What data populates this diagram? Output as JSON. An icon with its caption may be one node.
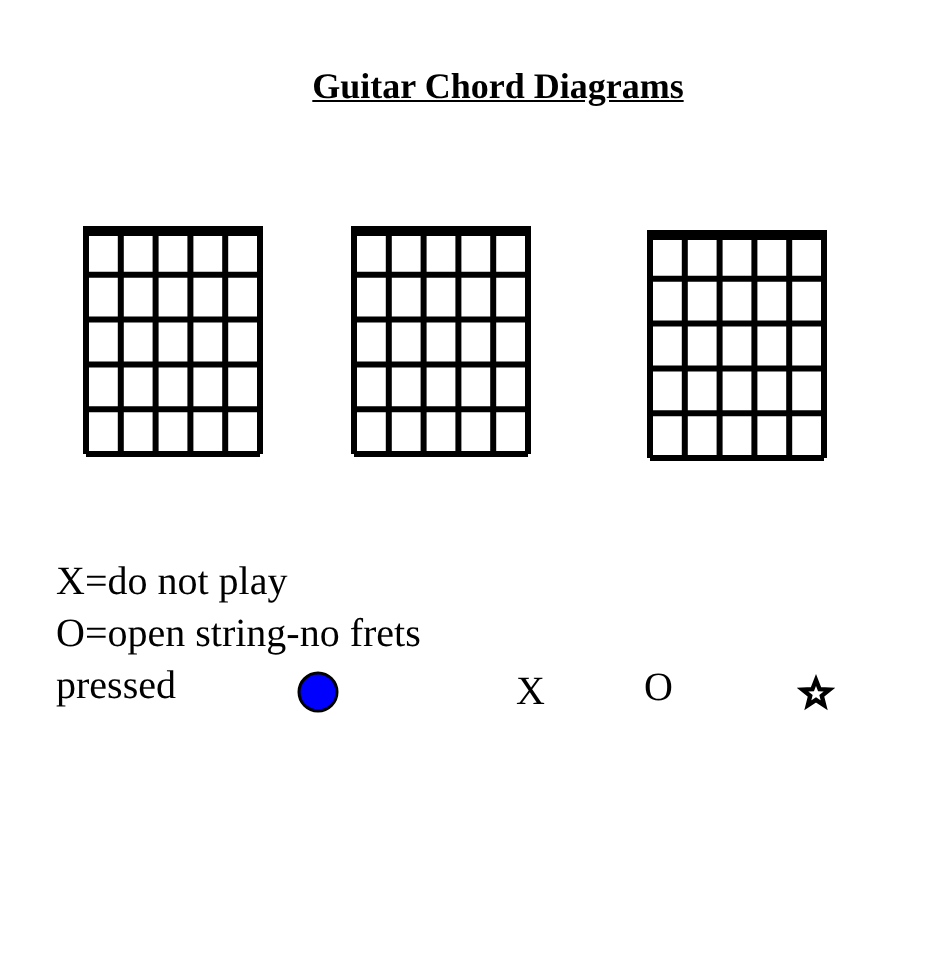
{
  "diagram": {
    "title": "Guitar Chord Diagrams",
    "labels": [
      "X=do not play",
      "O=open string-no frets pressed",
      "X",
      "O"
    ]
  }
}
